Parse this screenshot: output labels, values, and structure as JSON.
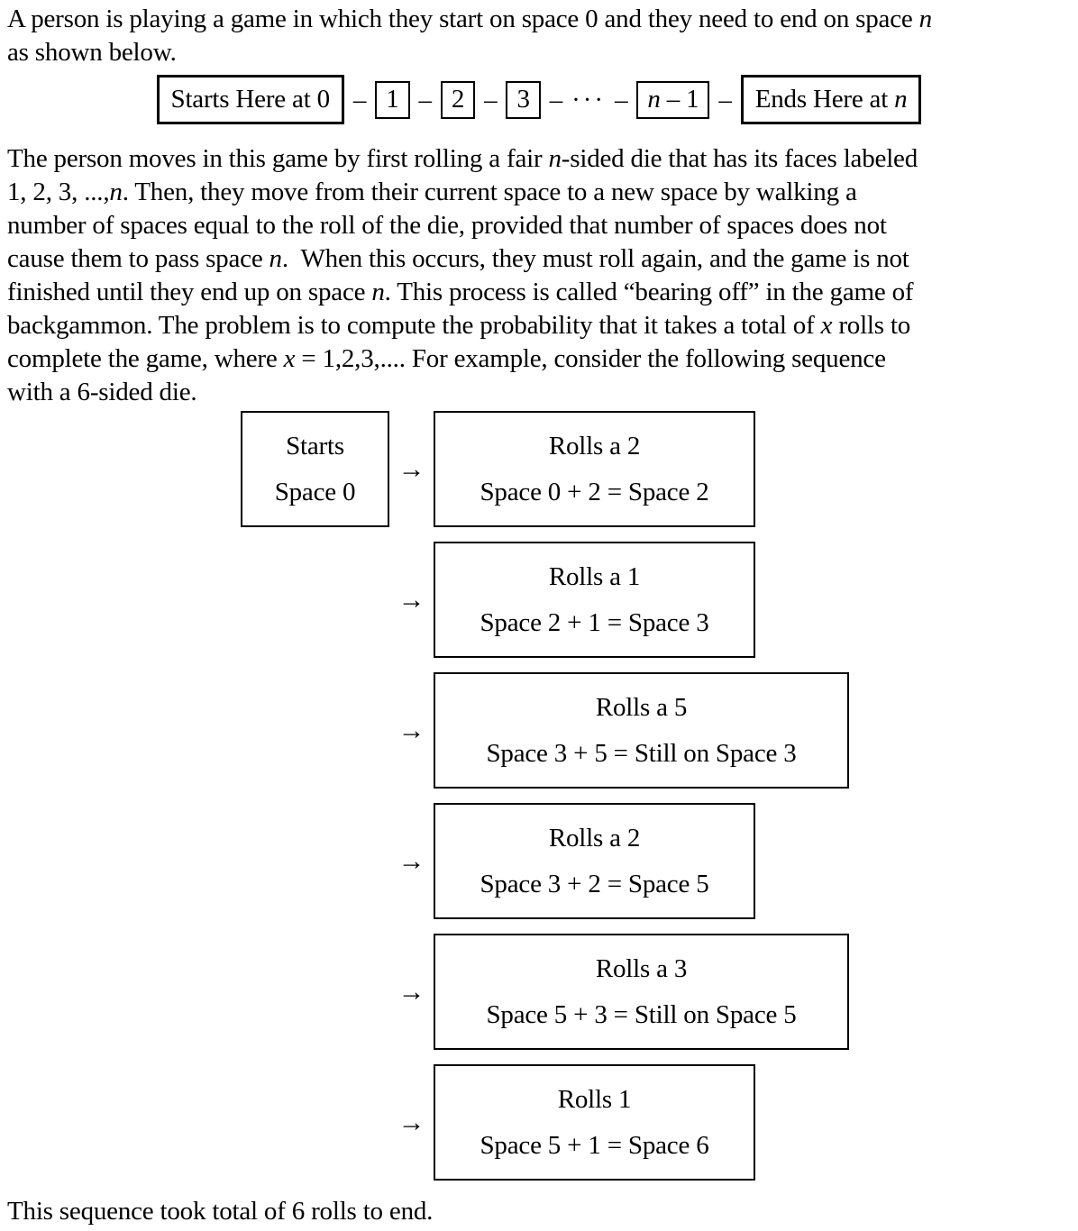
{
  "colors": {
    "text": "#000000",
    "background": "#ffffff",
    "border": "#000000"
  },
  "intro_lines": [
    {
      "segments": [
        {
          "t": "A person is playing a game in which they start on space 0 and they need to end on space "
        },
        {
          "t": "n",
          "i": true
        }
      ]
    },
    {
      "segments": [
        {
          "t": "as shown below."
        }
      ]
    }
  ],
  "track": {
    "items": [
      {
        "type": "box",
        "size": "big",
        "segments": [
          {
            "t": "Starts Here at 0"
          }
        ]
      },
      {
        "type": "dash",
        "t": "–"
      },
      {
        "type": "box",
        "size": "small",
        "segments": [
          {
            "t": "1"
          }
        ]
      },
      {
        "type": "dash",
        "t": "–"
      },
      {
        "type": "box",
        "size": "small",
        "segments": [
          {
            "t": "2"
          }
        ]
      },
      {
        "type": "dash",
        "t": "–"
      },
      {
        "type": "box",
        "size": "small",
        "segments": [
          {
            "t": "3"
          }
        ]
      },
      {
        "type": "dash",
        "t": "–"
      },
      {
        "type": "dots",
        "t": "···"
      },
      {
        "type": "dash",
        "t": "–"
      },
      {
        "type": "box",
        "size": "small",
        "segments": [
          {
            "t": "n",
            "i": true
          },
          {
            "t": " – 1"
          }
        ]
      },
      {
        "type": "dash",
        "t": "–"
      },
      {
        "type": "box",
        "size": "big",
        "segments": [
          {
            "t": "Ends Here at "
          },
          {
            "t": "n",
            "i": true
          }
        ]
      }
    ]
  },
  "body_lines": [
    {
      "segments": [
        {
          "t": "The person moves in this game by first rolling a fair "
        },
        {
          "t": "n",
          "i": true
        },
        {
          "t": "-sided die that has its faces labeled"
        }
      ]
    },
    {
      "segments": [
        {
          "t": "1, 2, 3, ...,"
        },
        {
          "t": "n",
          "i": true
        },
        {
          "t": ". Then, they move from their current space to a new space by walking a"
        }
      ]
    },
    {
      "segments": [
        {
          "t": "number of spaces equal to the roll of the die, provided that number of spaces does not"
        }
      ]
    },
    {
      "segments": [
        {
          "t": "cause them to pass space "
        },
        {
          "t": "n",
          "i": true
        },
        {
          "t": ".  When this occurs, they must roll again, and the game is not"
        }
      ]
    },
    {
      "segments": [
        {
          "t": "finished until they end up on space "
        },
        {
          "t": "n",
          "i": true
        },
        {
          "t": ". This process is called “bearing off” in the game of"
        }
      ]
    },
    {
      "segments": [
        {
          "t": "backgammon. The problem is to compute the probability that it takes a total of "
        },
        {
          "t": "x",
          "i": true
        },
        {
          "t": " rolls to"
        }
      ]
    },
    {
      "segments": [
        {
          "t": "complete the game, where "
        },
        {
          "t": "x",
          "i": true
        },
        {
          "t": " = 1,2,3,.... For example, consider the following sequence"
        }
      ]
    },
    {
      "segments": [
        {
          "t": "with a 6-sided die."
        }
      ]
    }
  ],
  "flow": {
    "start_box": {
      "line1": "Starts",
      "line2": "Space 0"
    },
    "arrow": "→",
    "steps": [
      {
        "title": "Rolls a 2",
        "equation": "Space 0 + 2 = Space 2",
        "wide": false
      },
      {
        "title": "Rolls a 1",
        "equation": "Space 2 + 1 = Space 3",
        "wide": false
      },
      {
        "title": "Rolls a 5",
        "equation": "Space 3 + 5 = Still on Space 3",
        "wide": true
      },
      {
        "title": "Rolls a 2",
        "equation": "Space 3 + 2 = Space 5",
        "wide": false
      },
      {
        "title": "Rolls a 3",
        "equation": "Space 5 + 3 = Still on Space 5",
        "wide": true
      },
      {
        "title": "Rolls 1",
        "equation": "Space 5 + 1 = Space 6",
        "wide": false
      }
    ]
  },
  "footer": "This sequence took total of 6 rolls to end."
}
